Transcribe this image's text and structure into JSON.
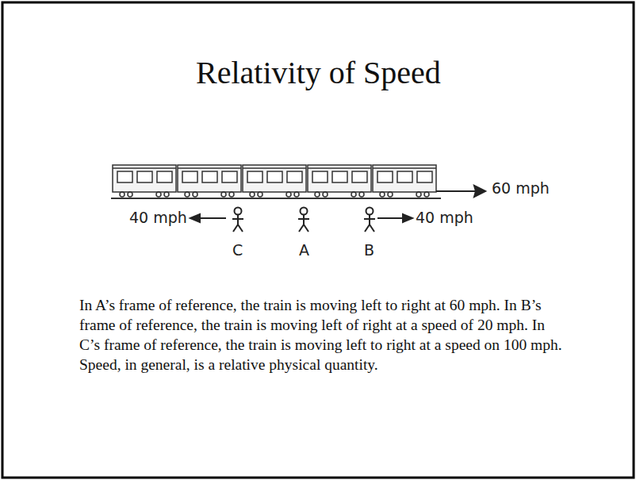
{
  "diagram": {
    "title": "Relativity of Speed",
    "caption": "In A’s frame of reference, the train is moving left to right at 60 mph. In B’s frame of reference, the train is moving left of right at a speed of 20 mph. In C’s frame of reference, the train is moving left to right at a speed on 100 mph. Speed, in general, is a relative physical quantity.",
    "labels": [
      "60 mph",
      "40 mph",
      "40 mph",
      "C",
      "A",
      "B"
    ]
  }
}
